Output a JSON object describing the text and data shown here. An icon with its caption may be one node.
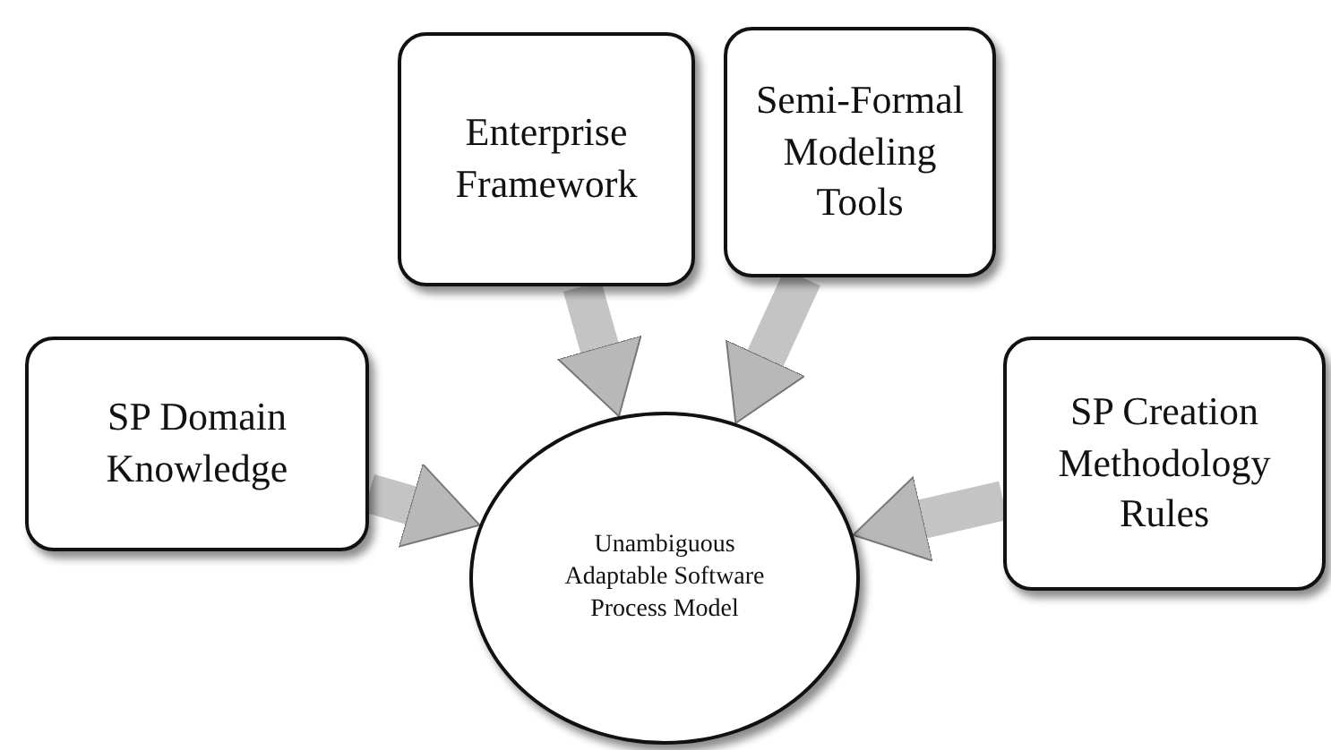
{
  "diagram": {
    "nodes": [
      {
        "text": [
          "Enterprise Framework"
        ]
      },
      {
        "text": [
          "Semi-Formal Modeling Tools"
        ]
      },
      {
        "text": [
          "SP Domain Knowledge"
        ]
      },
      {
        "text": [
          "SP Creation Methodology Rules"
        ]
      },
      {
        "text": [
          "Unambiguous Adaptable Software Process Model"
        ]
      }
    ],
    "edges": [
      {
        "from": 0,
        "to": 4,
        "arrow": "to"
      },
      {
        "from": 1,
        "to": 4,
        "arrow": "to"
      },
      {
        "from": 2,
        "to": 4,
        "arrow": "to"
      },
      {
        "from": 3,
        "to": 4,
        "arrow": "to"
      }
    ]
  }
}
